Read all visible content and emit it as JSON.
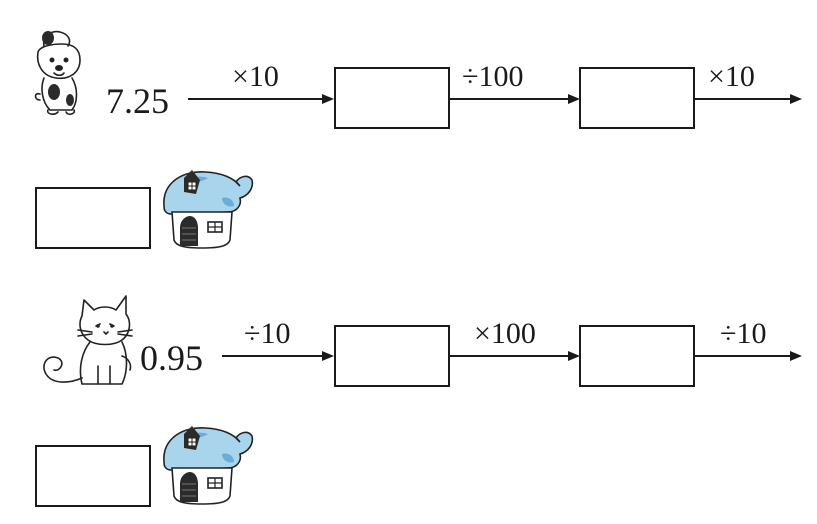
{
  "chains": [
    {
      "start": "7.25",
      "ops": [
        "×10",
        "÷100",
        "×10"
      ],
      "animal_icon": "puppy-icon",
      "house_icon": "mushroom-house-icon"
    },
    {
      "start": "0.95",
      "ops": [
        "÷10",
        "×100",
        "÷10"
      ],
      "animal_icon": "kitten-icon",
      "house_icon": "mushroom-house-icon"
    }
  ],
  "colors": {
    "ink": "#1a1a1a",
    "house_roof": "#a8d4ec",
    "house_roof_shade": "#6aaed6"
  }
}
